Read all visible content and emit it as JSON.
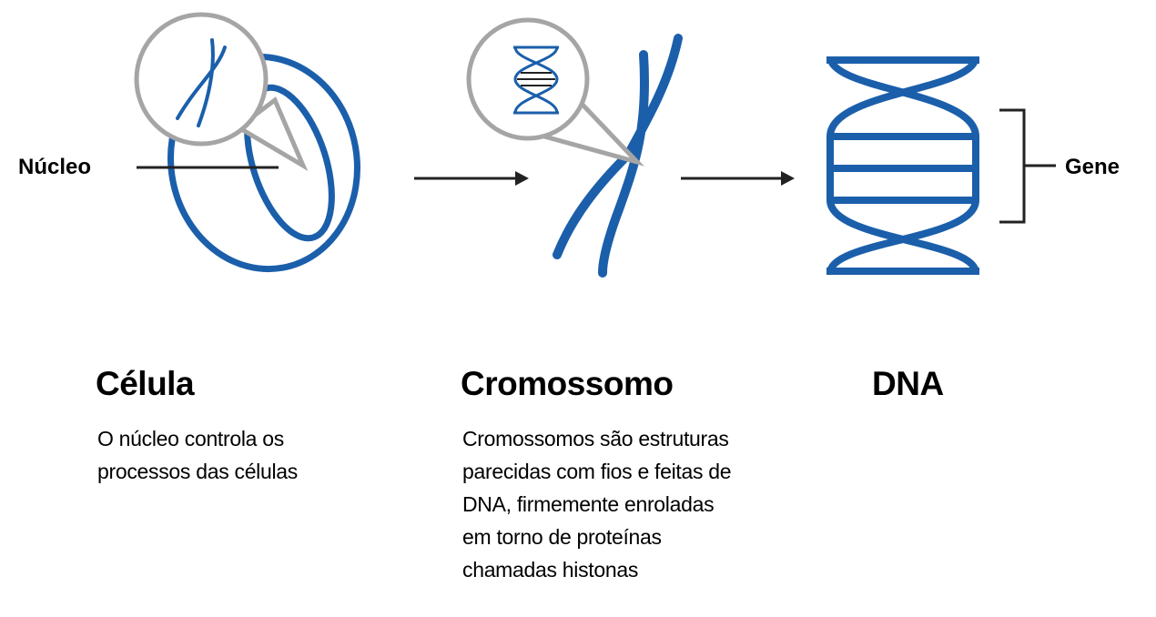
{
  "labels": {
    "nucleus": "Núcleo",
    "gene": "Gene"
  },
  "stages": [
    {
      "title": "Célula",
      "description": "O núcleo controla os\nprocessos das células"
    },
    {
      "title": "Cromossomo",
      "description": "Cromossomos são estruturas\nparecidas com fios e feitas de\nDNA, firmemente enroladas\nem torno de proteínas\nchamadas histonas"
    },
    {
      "title": "DNA",
      "description": ""
    }
  ],
  "colors": {
    "strand": "#1b5fab",
    "magnifier": "#a5a5a5",
    "line": "#222222"
  }
}
